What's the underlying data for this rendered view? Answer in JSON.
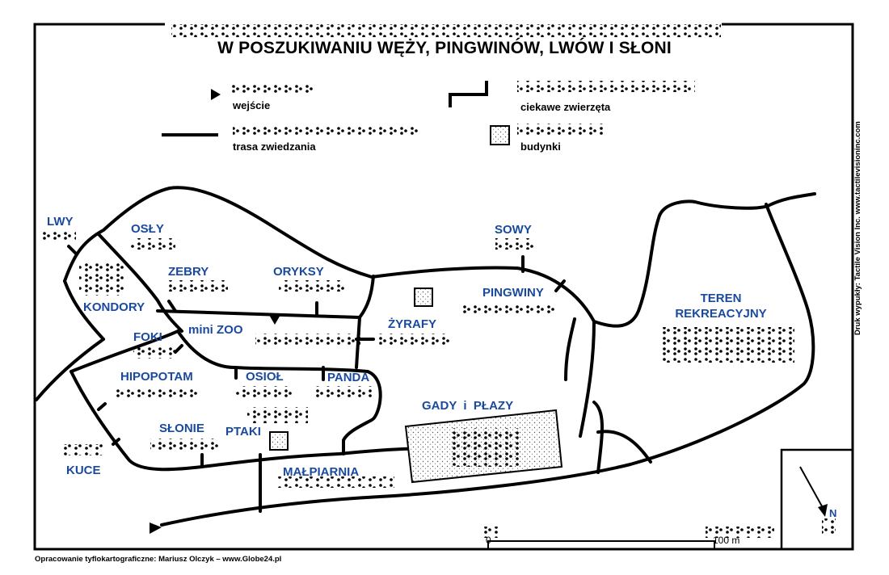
{
  "map": {
    "title": "W POSZUKIWANIU WĘŻY, PINGWINÓW, LWÓW I SŁONI",
    "legend": {
      "entrance": "wejście",
      "animals": "ciekawe zwierzęta",
      "route": "trasa zwiedzania",
      "buildings": "budynki"
    },
    "labels": {
      "lwy": "LWY",
      "osly": "OSŁY",
      "kondory": "KONDORY",
      "zebry": "ZEBRY",
      "oryksy": "ORYKSY",
      "sowy": "SOWY",
      "pingwiny": "PINGWINY",
      "mini_zoo": "mini ZOO",
      "foki": "FOKI",
      "zyrafy": "ŻYRAFY",
      "hipopotam": "HIPOPOTAM",
      "osiol": "OSIOŁ",
      "panda": "PANDA",
      "slonie": "SŁONIE",
      "ptaki": "PTAKI",
      "kuce": "KUCE",
      "malpiarnia": "MAŁPIARNIA",
      "gady": "GADY  i  PŁAZY",
      "teren_line1": "TEREN",
      "teren_line2": "REKREACYJNY"
    },
    "scale": {
      "zero": "0",
      "end": "100 m"
    },
    "north": "N",
    "credit": "Opracowanie tyflokartograficzne: Mariusz Olczyk – www.Globe24.pl",
    "print": "Druk wypukły: Tactile Vision Inc.  www.tactilevisioninc.com",
    "colors": {
      "label": "#1a4aa0",
      "line": "#000000"
    }
  }
}
